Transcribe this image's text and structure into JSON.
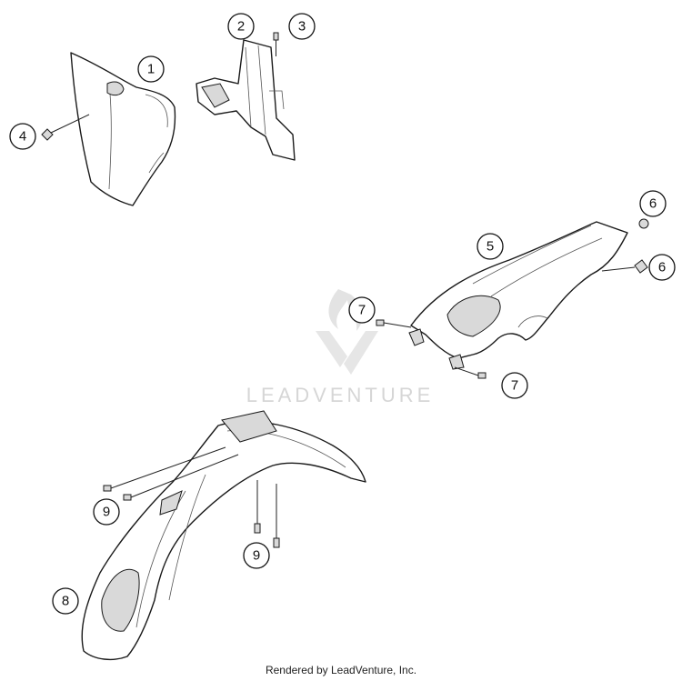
{
  "diagram": {
    "callouts": [
      {
        "id": "c1",
        "label": "1"
      },
      {
        "id": "c2",
        "label": "2"
      },
      {
        "id": "c3",
        "label": "3"
      },
      {
        "id": "c4",
        "label": "4"
      },
      {
        "id": "c5",
        "label": "5"
      },
      {
        "id": "c6a",
        "label": "6"
      },
      {
        "id": "c6b",
        "label": "6"
      },
      {
        "id": "c7a",
        "label": "7"
      },
      {
        "id": "c7b",
        "label": "7"
      },
      {
        "id": "c8",
        "label": "8"
      },
      {
        "id": "c9a",
        "label": "9"
      },
      {
        "id": "c9b",
        "label": "9"
      }
    ],
    "watermark": "LEADVENTURE",
    "footer": "Rendered by LeadVenture, Inc.",
    "colors": {
      "line": "#1a1a1a",
      "watermark": "#d6d6d6"
    }
  }
}
